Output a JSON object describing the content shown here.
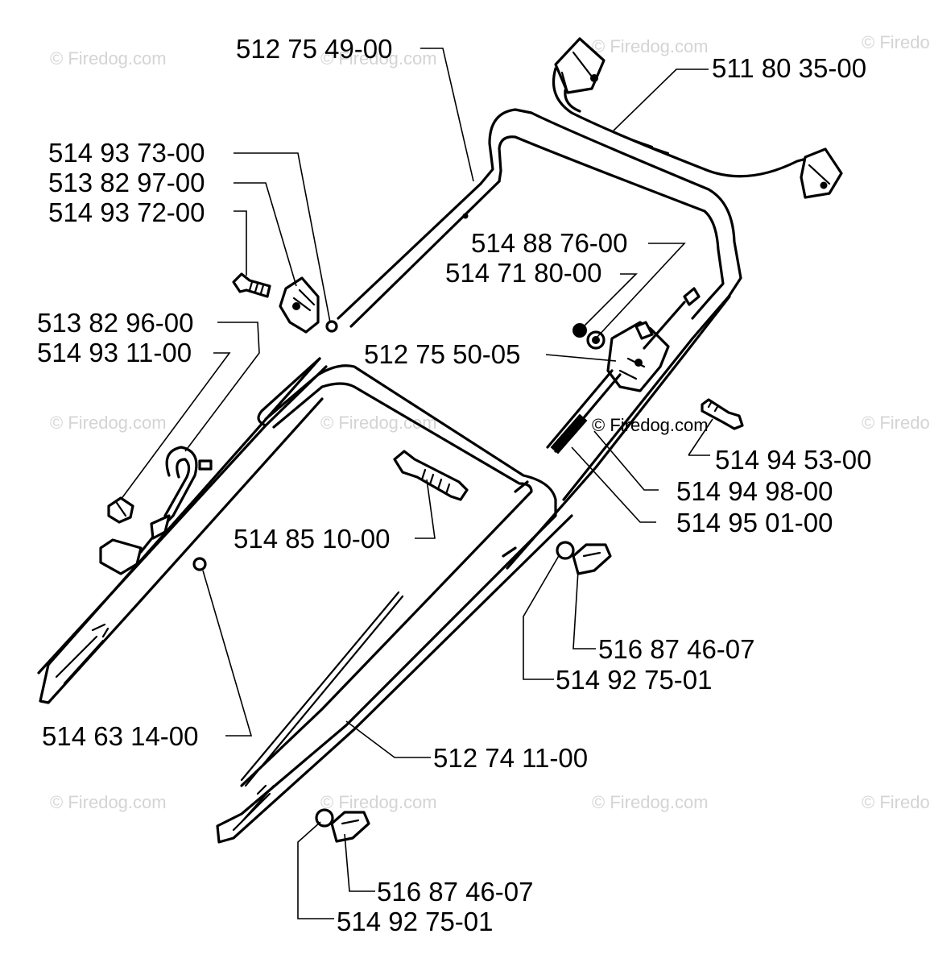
{
  "watermark": "© Firedog.com",
  "colors": {
    "ink": "#000000",
    "paper": "#ffffff",
    "watermark": "#d4d4d4"
  },
  "labels": {
    "upper_handle": "512 75 49-00",
    "cable": "511 80 35-00",
    "screw_a": "514 93 73-00",
    "bracket_a": "513 82 97-00",
    "bolt_a": "514 93 72-00",
    "grass_hook": "513 82 96-00",
    "screw_b": "514 93 11-00",
    "nut_a": "514 88 76-00",
    "washer_a": "514 71 80-00",
    "control_lever": "512 75 50-05",
    "bolt_b": "514 94 53-00",
    "cable_clip_a": "514 94 98-00",
    "cable_clip_b": "514 95 01-00",
    "bolt_c": "514 85 10-00",
    "knob_upper": "516 87 46-07",
    "washer_upper": "514 92 75-01",
    "nut_b": "514 63 14-00",
    "lower_handle": "512 74 11-00",
    "knob_lower": "516 87 46-07",
    "washer_lower": "514 92 75-01"
  }
}
